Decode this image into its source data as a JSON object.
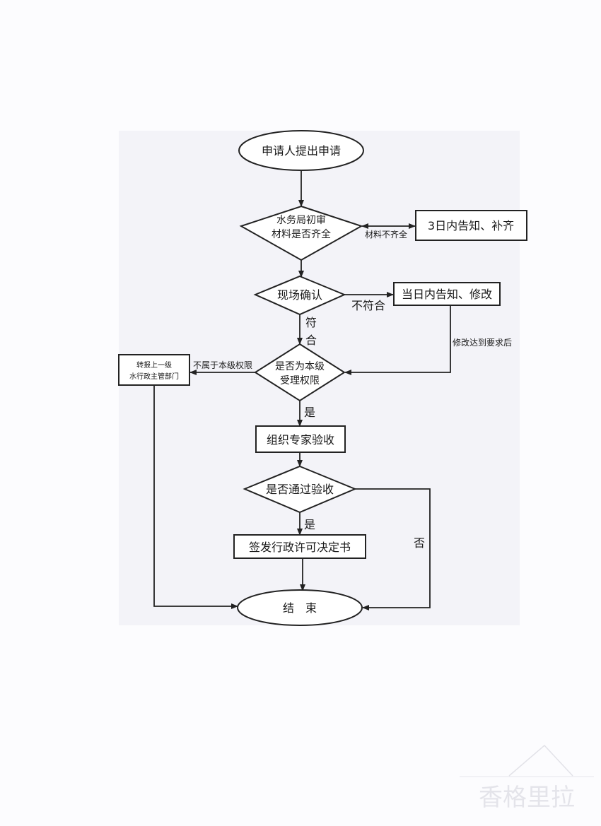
{
  "nodes": {
    "start": "申请人提出申请",
    "initial_review_line1": "水务局初审",
    "initial_review_line2": "材料是否齐全",
    "notify_supplement": "3日内告知、补齐",
    "site_confirm": "现场确认",
    "notify_modify": "当日内告知、修改",
    "authority_line1": "是否为本级",
    "authority_line2": "受理权限",
    "forward_line1": "转报上一级",
    "forward_line2": "水行政主管部门",
    "expert_acceptance": "组织专家验收",
    "pass_check": "是否通过验收",
    "issue_decision": "签发行政许可决定书",
    "end": "结　束"
  },
  "edges": {
    "incomplete": "材料不齐全",
    "not_conform": "不符合",
    "conform_1": "符",
    "conform_2": "合",
    "after_modify": "修改达到要求后",
    "not_authority": "不属于本级权限",
    "yes_authority": "是",
    "yes_pass": "是",
    "no_pass": "否"
  },
  "watermark": "香格里拉"
}
